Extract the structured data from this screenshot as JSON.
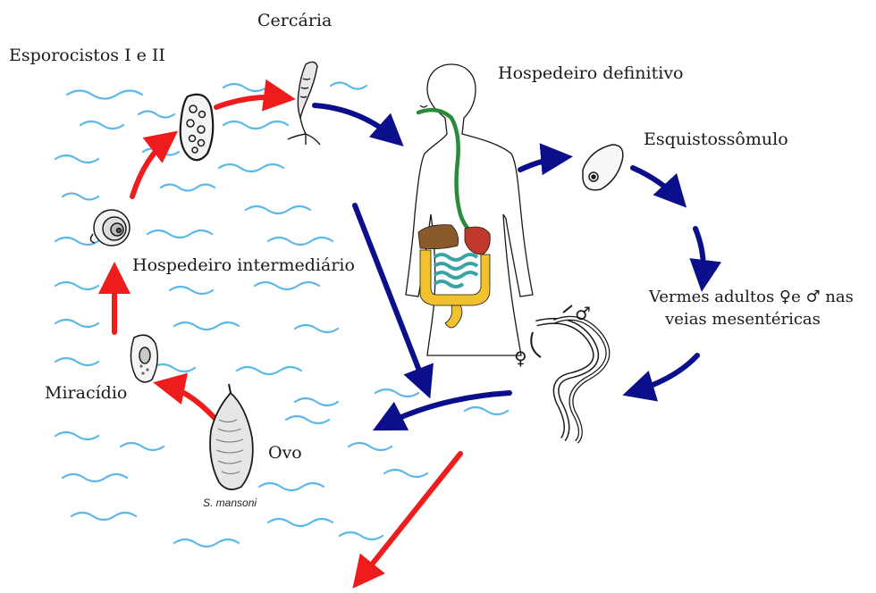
{
  "labels": {
    "cercaria": "Cercária",
    "esporocistos": "Esporocistos I e II",
    "hospedeiro_definitivo": "Hospedeiro definitivo",
    "esquistossomulo": "Esquistossômulo",
    "hospedeiro_intermediario": "Hospedeiro intermediário",
    "vermes_line1": "Vermes adultos ♀e ♂ nas",
    "vermes_line2": "veias mesentéricas",
    "miracidio": "Miracídio",
    "ovo": "Ovo",
    "s_mansoni": "S. mansoni",
    "female_symbol": "♀",
    "male_symbol": "♂"
  },
  "colors": {
    "water": "#5bb8e8",
    "red_arrow": "#ee1c1c",
    "blue_arrow": "#0b0f8c",
    "outline": "#1a1a1a",
    "esophagus": "#2a8a3c",
    "stomach": "#c0392b",
    "liver": "#8b5a2b",
    "colon": "#f2c12e",
    "small_intestine": "#3aa3a3"
  }
}
